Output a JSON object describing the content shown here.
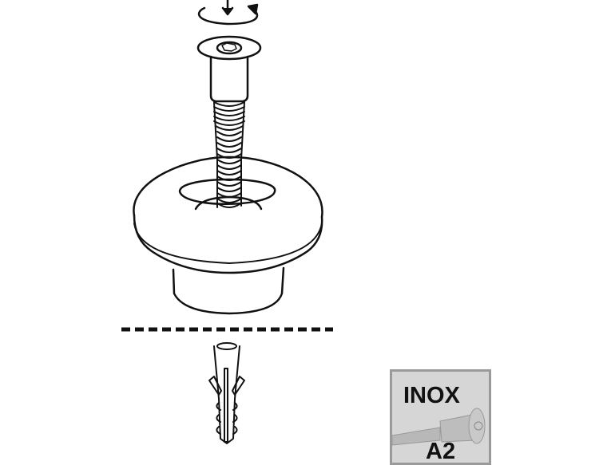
{
  "diagram": {
    "type": "assembly-instruction",
    "steps": [
      {
        "label": "rotate-screw-clockwise",
        "icon": "rotate-arrow-icon"
      },
      {
        "label": "screw",
        "icon": "hex-socket-screw-icon"
      },
      {
        "label": "knob",
        "icon": "round-knob-icon"
      },
      {
        "label": "wall-surface",
        "icon": "dashed-line"
      },
      {
        "label": "wall-plug",
        "icon": "wall-plug-icon"
      }
    ]
  },
  "badge": {
    "line1": "INOX",
    "line2": "A2",
    "background": "#d6d6d6",
    "border": "#9a9a9a"
  },
  "colors": {
    "stroke": "#111111",
    "background": "#ffffff"
  }
}
